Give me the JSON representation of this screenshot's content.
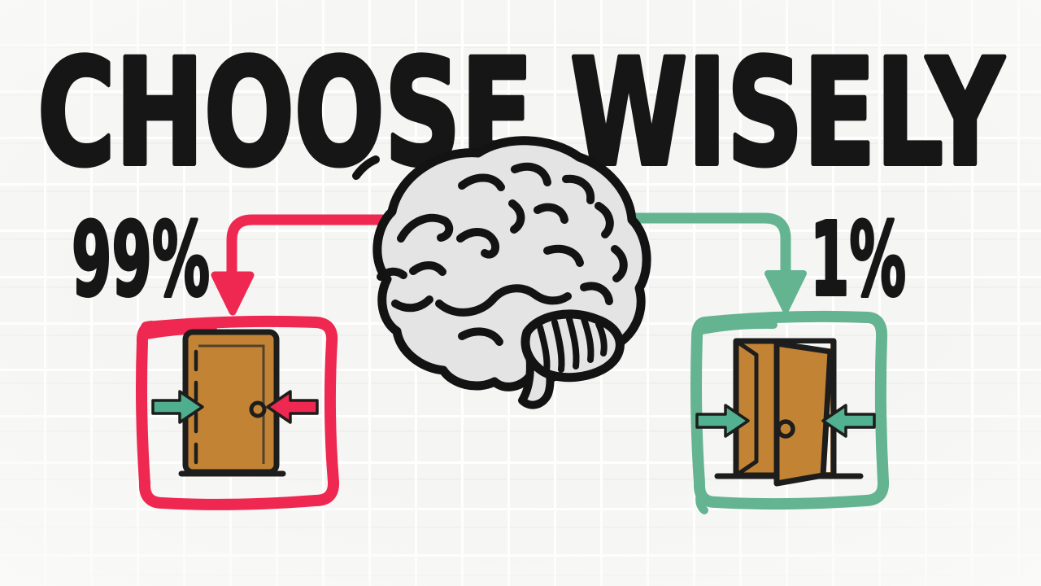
{
  "title": "CHOOSE WISELY",
  "center": {
    "icon": "brain-icon"
  },
  "left_branch": {
    "percent_label": "99%",
    "arrow_color": "#ee2850",
    "frame_color": "#ee2850",
    "door_state": "closed-door",
    "push_arrows": [
      "teal-arrow-right",
      "red-arrow-left"
    ]
  },
  "right_branch": {
    "percent_label": "1%",
    "arrow_color": "#64b491",
    "frame_color": "#64b491",
    "door_state": "open-door",
    "push_arrows": [
      "green-arrow-right",
      "green-arrow-left"
    ]
  },
  "colors": {
    "background": "#f5f5f3",
    "grid_line": "#ffffff",
    "ink": "#1d1d1d",
    "red": "#ee2850",
    "green": "#64b491",
    "teal_arrow": "#4fae8e",
    "door_brown": "#c28434",
    "brain_fill": "#e4e4e4"
  }
}
